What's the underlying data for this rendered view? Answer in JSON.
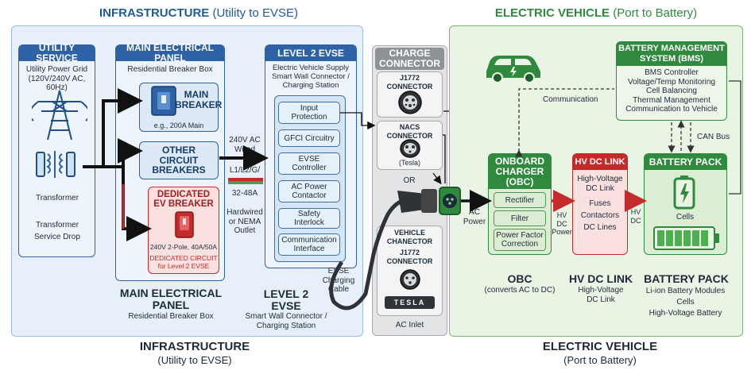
{
  "titles": {
    "infra_title": "INFRASTRUCTURE",
    "infra_title_sub": "(Utility to EVSE)",
    "ev_title": "ELECTRIC VEHICLE",
    "ev_title_sub": "(Port to Battery)",
    "infra_bottom": "INFRASTRUCTURE",
    "infra_bottom_sub": "(Utility to EVSE)",
    "ev_bottom": "ELECTRIC VEHICLE",
    "ev_bottom_sub": "(Port to Battery)"
  },
  "utility": {
    "header": "UTILITY SERVICE",
    "line1": "Utility Power Grid",
    "line2": "(120V/240V AC, 60Hz)",
    "transformer": "Transformer",
    "service_drop_1": "Transformer",
    "service_drop_2": "Service Drop"
  },
  "panel": {
    "header": "MAIN ELECTRICAL PANEL",
    "subtitle": "Residential Breaker Box",
    "main_breaker_1": "MAIN",
    "main_breaker_2": "BREAKER",
    "main_breaker_note": "e.g., 200A Main",
    "other_1": "OTHER",
    "other_2": "CIRCUIT",
    "other_3": "BREAKERS",
    "ev_breaker_1": "DEDICATED",
    "ev_breaker_2": "EV BREAKER",
    "ev_breaker_note": "240V 2-Pole, 40A/50A",
    "ev_breaker_ded_1": "DEDICATED CIRCUIT",
    "ev_breaker_ded_2": "for Level 2 EVSE",
    "caption_1": "MAIN ELECTRICAL",
    "caption_2": "PANEL",
    "caption_sub": "Residential Breaker Box"
  },
  "wiring": {
    "ac_1": "240V AC",
    "ac_2": "Wired",
    "phases": "L1/L2/G/",
    "amps": "32-48A",
    "hw_1": "Hardwired",
    "hw_2": "or NEMA",
    "hw_3": "Outlet"
  },
  "evse": {
    "header": "LEVEL 2 EVSE",
    "desc_1": "Electric Vehicle Supply",
    "desc_2": "Smart Wall Connector /",
    "desc_3": "Charging Station",
    "items": [
      "Input\nProtection",
      "GFCI Circuitry",
      "EVSE\nController",
      "AC Power\nContactor",
      "Safety\nInterlock",
      "Communication\nInterface"
    ],
    "cable_1": "EVSE",
    "cable_2": "Charging",
    "cable_3": "Cable",
    "caption_1": "LEVEL 2",
    "caption_2": "EVSE",
    "caption_sub_1": "Smart Wall Connector /",
    "caption_sub_2": "Charging Station"
  },
  "connector": {
    "header_1": "CHARGE",
    "header_2": "CONNECTOR",
    "j1772_1": "J1772",
    "j1772_2": "CONNECTOR",
    "nacs_1": "NACS",
    "nacs_2": "CONNECTOR",
    "nacs_note": "(Tesla)",
    "or": "OR",
    "vehicle_1": "VEHICLE",
    "vehicle_2": "CHANECTOR",
    "vj_1": "J1772",
    "vj_2": "CONNECTOR",
    "tesla": "TESLA",
    "inlet": "AC Inlet"
  },
  "vehicle": {
    "ac_1": "AC",
    "ac_2": "Power",
    "communication": "Communication",
    "can_bus": "CAN Bus",
    "hvdc_a_1": "HV",
    "hvdc_a_2": "DC",
    "hvdc_a_3": "Power",
    "hvdc_b_1": "HV",
    "hvdc_b_2": "DC"
  },
  "obc": {
    "header_1": "ONBOARD",
    "header_2": "CHARGER",
    "header_3": "(OBC)",
    "items": [
      "Rectifier",
      "Filter",
      "Power Factor\nCorrection"
    ],
    "caption": "OBC",
    "caption_sub": "(converts AC to DC)"
  },
  "hvdc": {
    "header": "HV DC LINK",
    "l1": "High-Voltage",
    "l2": "DC Link",
    "l3": "Fuses",
    "l4": "Contactors",
    "l5": "DC Lines",
    "caption": "HV DC LINK",
    "caption_sub_1": "High-Voltage",
    "caption_sub_2": "DC Link"
  },
  "bms": {
    "header_1": "BATTERY MANAGEMENT",
    "header_2": "SYSTEM (BMS)",
    "items": [
      "BMS Controller",
      "Voltage/Temp Monitoring",
      "Cell Balancing",
      "Thermal Management",
      "Communication to Vehicle"
    ]
  },
  "battery": {
    "header": "BATTERY PACK",
    "cells": "Cells",
    "caption": "BATTERY PACK",
    "caption_sub_1": "Li-ion Battery Modules",
    "caption_sub_2": "Cells",
    "caption_sub_3": "High-Voltage Battery"
  },
  "colors": {
    "blue": "#2d63a6",
    "green": "#2f8a3e",
    "red": "#c42b2b",
    "gray": "#8e9297"
  },
  "icons": [
    "power-tower-icon",
    "transformer-icon",
    "breaker-icon",
    "car-icon",
    "battery-icon",
    "connector-icon"
  ]
}
